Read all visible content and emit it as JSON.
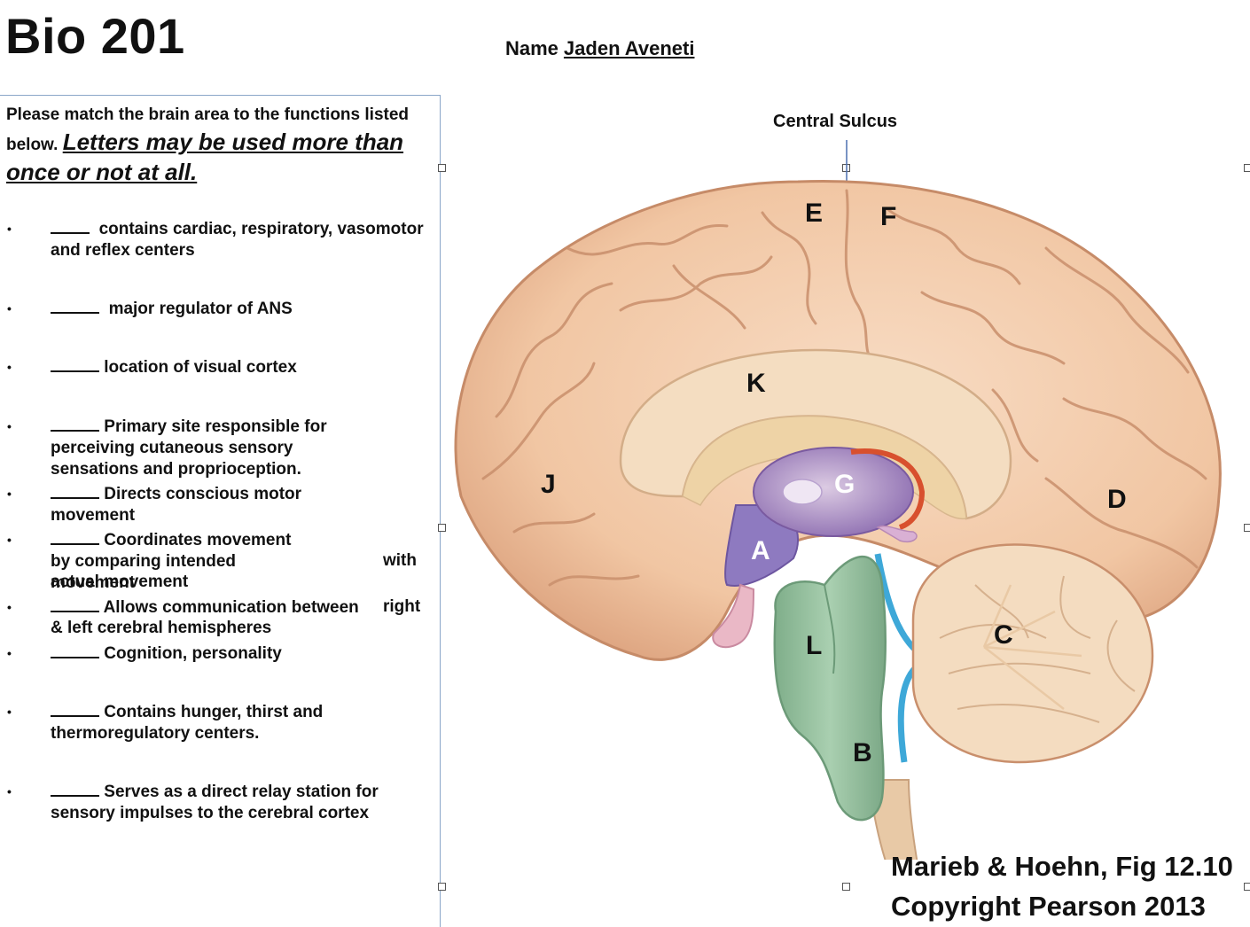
{
  "header": {
    "course": "Bio 201",
    "name_label": "Name",
    "student_name": "Jaden Aveneti"
  },
  "instructions": {
    "lead": "Please match the brain area to the functions  listed below.",
    "emphasis": "Letters may be used more than once or not at all."
  },
  "questions": [
    {
      "text": "contains cardiac, respiratory, vasomotor and reflex centers"
    },
    {
      "text": "major regulator of ANS"
    },
    {
      "text": "location of visual cortex"
    },
    {
      "text": "Primary site responsible for perceiving cutaneous sensory sensations  and proprioception."
    },
    {
      "text": "Directs conscious  motor movement"
    },
    {
      "text": "Coordinates movement by comparing intended movement",
      "tail": "with",
      "text2": "actual movement"
    },
    {
      "text": "Allows communication between",
      "tail": "right",
      "text2": "& left cerebral hemispheres"
    },
    {
      "text": "Cognition, personality"
    },
    {
      "text": "Contains hunger, thirst and thermoregulatory centers."
    },
    {
      "text": "Serves as a direct relay station for sensory impulses to the cerebral cortex"
    }
  ],
  "figure": {
    "sulcus_label": "Central Sulcus",
    "letters": {
      "E": "E",
      "F": "F",
      "K": "K",
      "J": "J",
      "G": "G",
      "D": "D",
      "A": "A",
      "C": "C",
      "L": "L",
      "B": "B"
    },
    "caption_line1": "Marieb & Hoehn, Fig 12.10",
    "caption_line2": "Copyright Pearson 2013"
  }
}
